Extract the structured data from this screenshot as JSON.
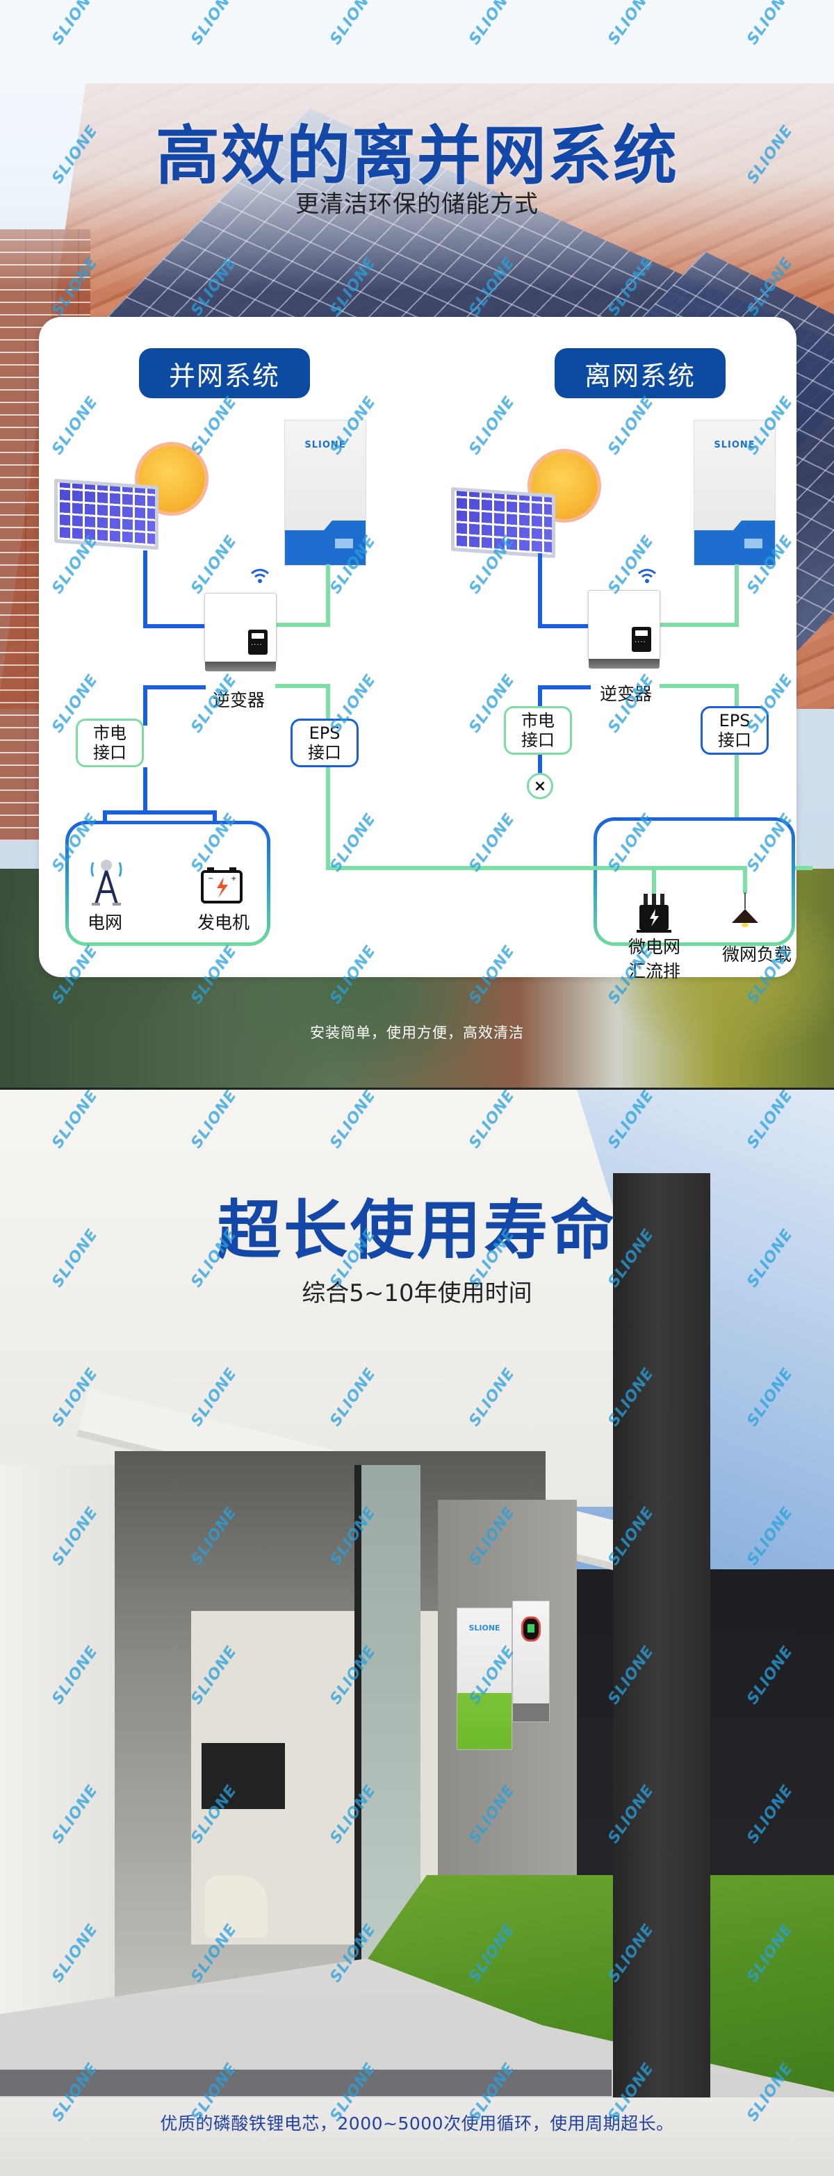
{
  "section1": {
    "title": "高效的离并网系统",
    "subtitle": "更清洁环保的储能方式",
    "tagline": "安装简单，使用方便，高效清洁",
    "diagram": {
      "grid_tied": {
        "header": "并网系统",
        "battery_logo": "SLIONE",
        "inverter_label": "逆变器",
        "mains_port": [
          "市电",
          "接口"
        ],
        "eps_port": [
          "EPS",
          "接口"
        ],
        "sources": [
          {
            "label": "电网",
            "icon": "transmission-tower-icon"
          },
          {
            "label": "发电机",
            "icon": "generator-battery-icon"
          }
        ]
      },
      "off_grid": {
        "header": "离网系统",
        "battery_logo": "SLIONE",
        "inverter_label": "逆变器",
        "mains_port": [
          "市电",
          "接口"
        ],
        "mains_disconnected": "×",
        "eps_port": [
          "EPS",
          "接口"
        ],
        "loads": [
          {
            "label": [
              "微电网",
              "汇流排"
            ],
            "icon": "busbar-transformer-icon"
          },
          {
            "label": [
              "微网负载"
            ],
            "icon": "lamp-load-icon"
          }
        ]
      },
      "colors": {
        "blue_line": "#1a5fe0",
        "green_line": "#7ddfa6",
        "header_bg": "#0d4aa2"
      }
    }
  },
  "section2": {
    "title": "超长使用寿命",
    "subtitle": "综合5~10年使用时间",
    "caption": "优质的磷酸铁锂电芯，2000~5000次使用循环，使用周期超长。",
    "product_logo": "SLIONE"
  },
  "watermark": "SLIONE",
  "colors": {
    "title_blue": "#1448a8",
    "caption_blue": "#2242a0"
  }
}
